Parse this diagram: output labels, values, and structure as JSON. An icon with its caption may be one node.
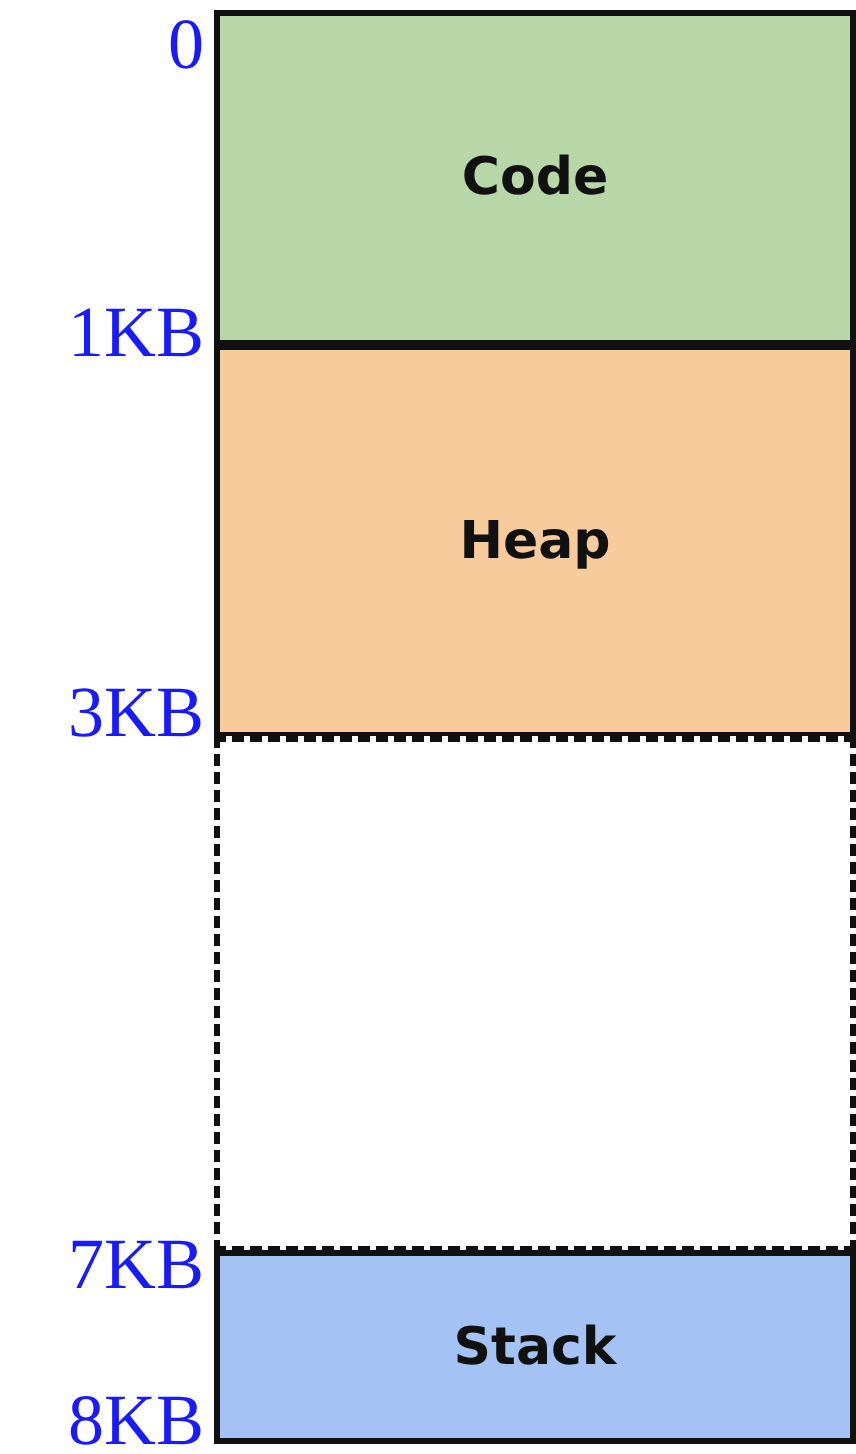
{
  "diagram": {
    "nodes": [
      {
        "text": [
          "Code"
        ]
      },
      {
        "text": [
          "Heap"
        ]
      },
      {
        "text": [],
        "shape": "box"
      },
      {
        "text": [
          "Stack"
        ]
      }
    ],
    "labels": [
      "0",
      "1KB",
      "3KB",
      "7KB",
      "8KB"
    ]
  }
}
